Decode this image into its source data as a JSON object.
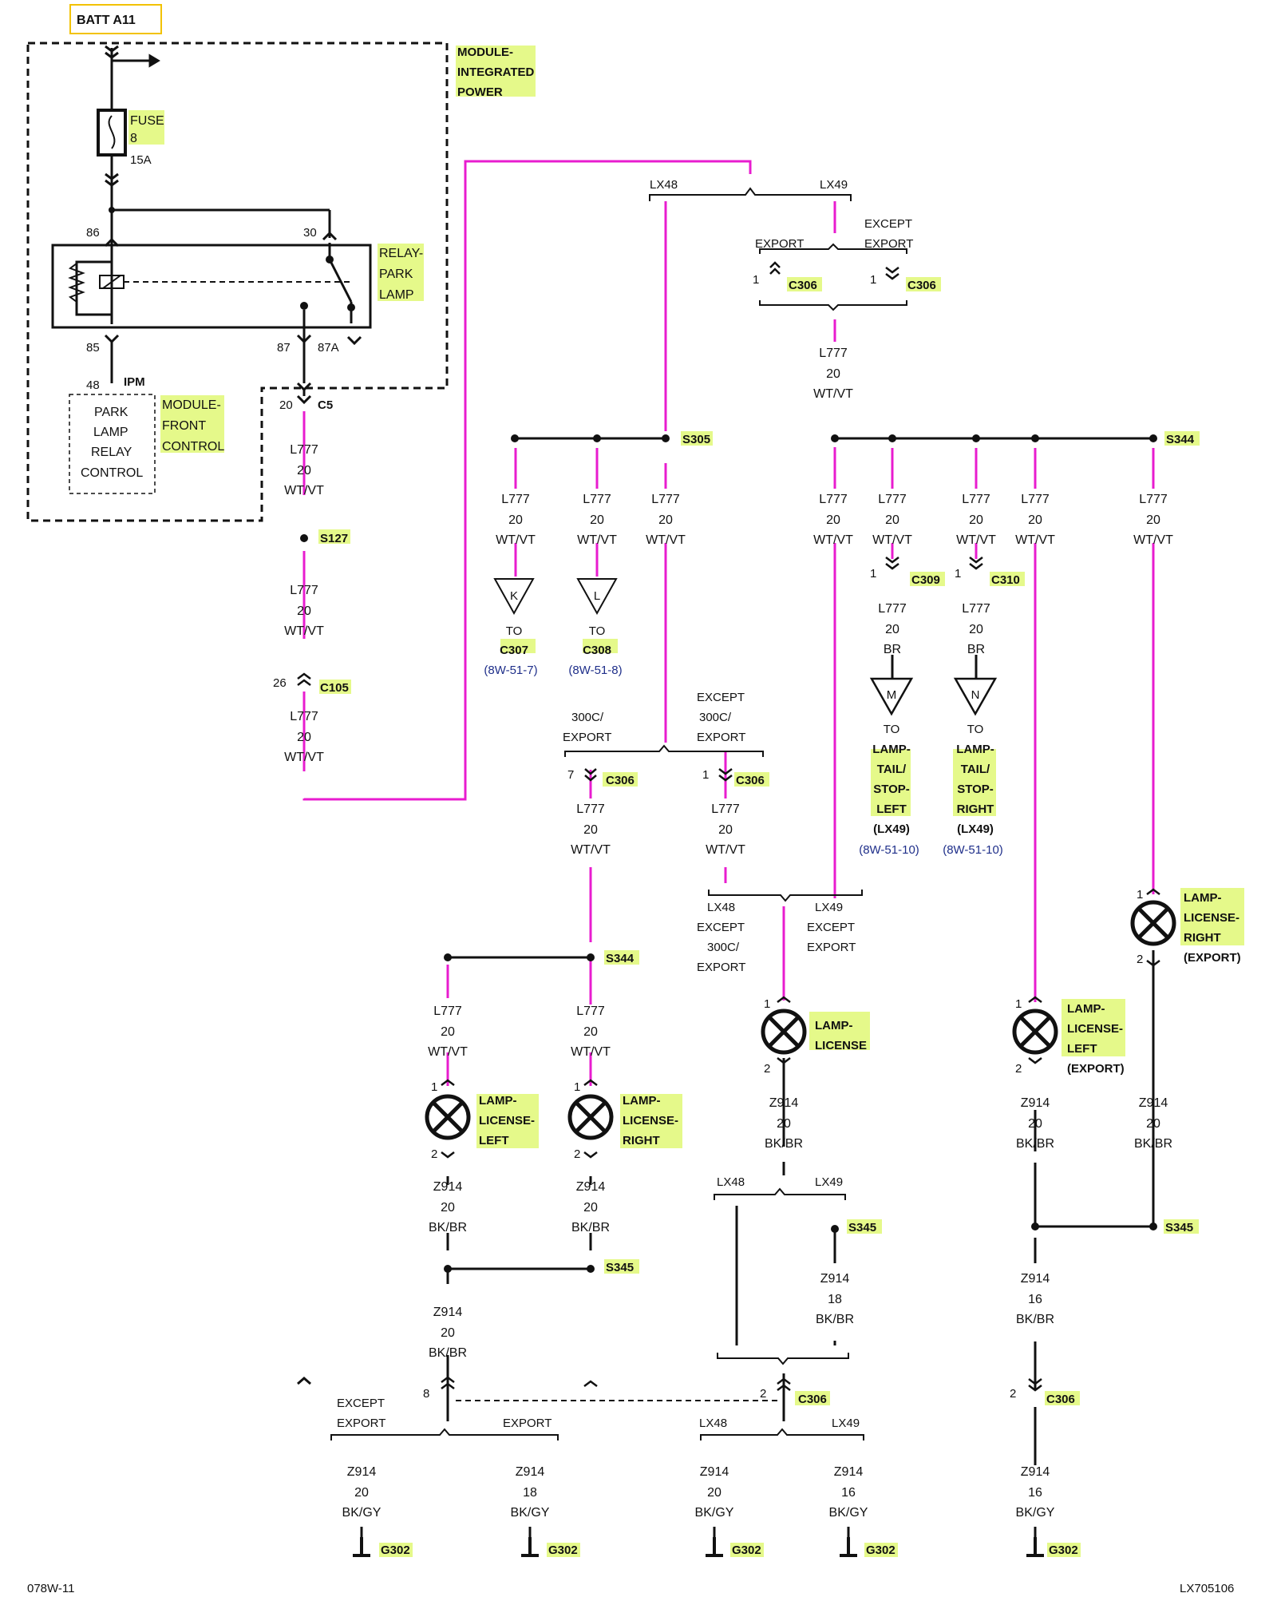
{
  "batt": "BATT A11",
  "module_ipwr": [
    "MODULE-",
    "INTEGRATED",
    "POWER"
  ],
  "fuse": {
    "label": [
      "FUSE",
      "8"
    ],
    "rating": "15A"
  },
  "relay": {
    "label": [
      "RELAY-",
      "PARK",
      "LAMP"
    ],
    "pins": [
      "86",
      "30",
      "85",
      "87",
      "87A"
    ]
  },
  "ipm": {
    "pin": "48",
    "label": "IPM"
  },
  "prlc": [
    "PARK",
    "LAMP",
    "RELAY",
    "CONTROL"
  ],
  "module_fc": [
    "MODULE-",
    "FRONT",
    "CONTROL"
  ],
  "c5": {
    "pin": "20",
    "label": "C5"
  },
  "wire_l777": [
    "L777",
    "20",
    "WT/VT"
  ],
  "wire_l777_br": [
    "L777",
    "20",
    "BR"
  ],
  "wire_z914_20": [
    "Z914",
    "20",
    "BK/BR"
  ],
  "wire_z914_18": [
    "Z914",
    "18",
    "BK/BR"
  ],
  "wire_z914_16": [
    "Z914",
    "16",
    "BK/BR"
  ],
  "gy_20": [
    "Z914",
    "20",
    "BK/GY"
  ],
  "gy_18": [
    "Z914",
    "18",
    "BK/GY"
  ],
  "gy_16": [
    "Z914",
    "16",
    "BK/GY"
  ],
  "splices": {
    "s127": "S127",
    "s305": "S305",
    "s344": "S344",
    "s345": "S345"
  },
  "conn": {
    "c105": "C105",
    "c306": "C306",
    "c309": "C309",
    "c310": "C310",
    "pin_26": "26",
    "pin_1": "1",
    "pin_2": "2",
    "pin_7": "7",
    "pin_8": "8"
  },
  "opts": {
    "lx48": "LX48",
    "lx49": "LX49",
    "export": "EXPORT",
    "except": "EXCEPT",
    "c300": "300C/"
  },
  "refs": {
    "k": "K",
    "l": "L",
    "m": "M",
    "n": "N",
    "to": "TO",
    "c307": "C307",
    "c308": "C308",
    "r7": "(8W-51-7)",
    "r8": "(8W-51-8)",
    "r10": "(8W-51-10)",
    "lx49p": "(LX49)"
  },
  "tail_left": [
    "LAMP-",
    "TAIL/",
    "STOP-",
    "LEFT"
  ],
  "tail_right": [
    "LAMP-",
    "TAIL/",
    "STOP-",
    "RIGHT"
  ],
  "lamp_lic": [
    "LAMP-",
    "LICENSE"
  ],
  "lamp_lic_left": [
    "LAMP-",
    "LICENSE-",
    "LEFT"
  ],
  "lamp_lic_right": [
    "LAMP-",
    "LICENSE-",
    "RIGHT"
  ],
  "export_paren": "(EXPORT)",
  "ground": "G302",
  "footer": {
    "left": "078W-11",
    "right": "LX705106"
  },
  "colors": {
    "wire_pink": "#e81ccf",
    "wire_black": "#111111",
    "highlight": "#e5f98a",
    "batt_border": "#f2c200",
    "ref_blue": "#1f2f8a"
  }
}
